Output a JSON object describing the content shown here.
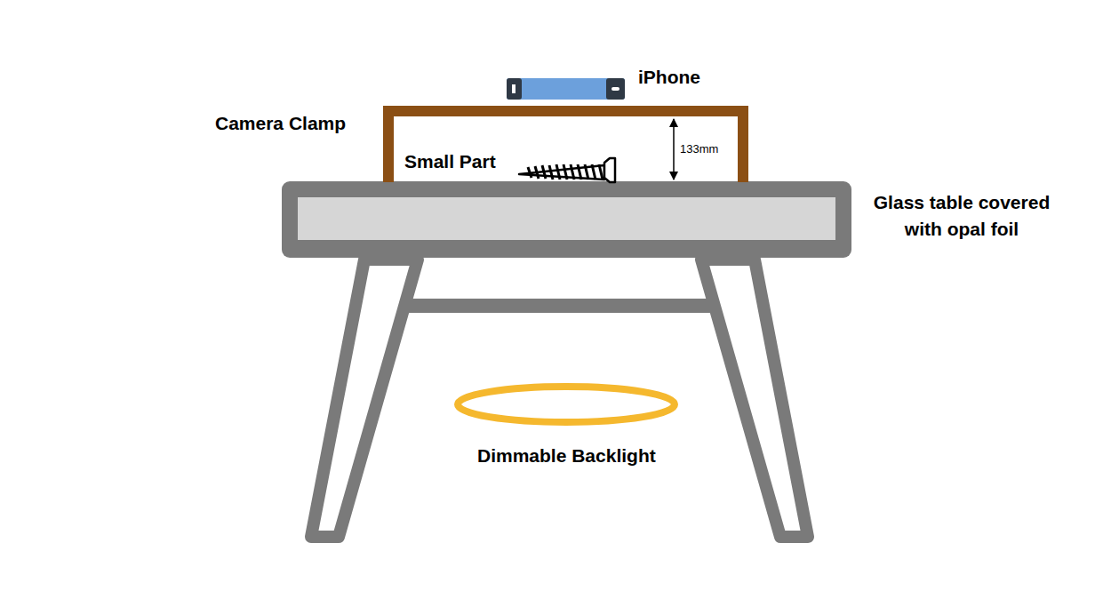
{
  "diagram": {
    "labels": [
      "iPhone",
      "Camera Clamp",
      "Small Part",
      "133mm",
      "Glass table covered with opal foil",
      "Dimmable Backlight"
    ]
  }
}
